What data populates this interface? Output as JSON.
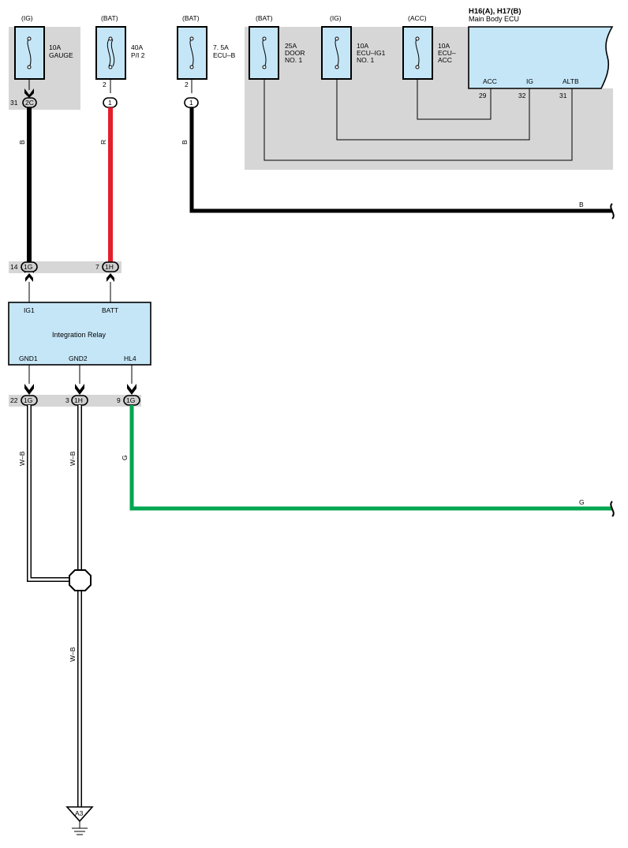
{
  "colors": {
    "panel_shade": "#d6d6d6",
    "component_fill": "#c5e6f7",
    "wire_black": "#000000",
    "wire_red": "#e41e2b",
    "wire_green": "#00a651",
    "wire_white_black": "#ffffff"
  },
  "fuses": [
    {
      "supply": "(IG)",
      "rating": "10A",
      "name": "GAUGE",
      "name2": "",
      "pin": ""
    },
    {
      "supply": "(BAT)",
      "rating": "40A",
      "name": "P/I 2",
      "name2": "",
      "pin": "2"
    },
    {
      "supply": "(BAT)",
      "rating": "7. 5A",
      "name": "ECU–B",
      "name2": "",
      "pin": "2"
    },
    {
      "supply": "(BAT)",
      "rating": "25A",
      "name": "DOOR",
      "name2": "NO. 1",
      "pin": ""
    },
    {
      "supply": "(IG)",
      "rating": "10A",
      "name": "ECU–IG1",
      "name2": "NO. 1",
      "pin": ""
    },
    {
      "supply": "(ACC)",
      "rating": "10A",
      "name": "ECU–",
      "name2": "ACC",
      "pin": ""
    }
  ],
  "ecu": {
    "title": "H16(A), H17(B)",
    "name": "Main Body ECU",
    "terminals": [
      {
        "label": "ACC",
        "pin": "29"
      },
      {
        "label": "IG",
        "pin": "32"
      },
      {
        "label": "ALTB",
        "pin": "31"
      }
    ]
  },
  "connectors_top": [
    {
      "pin": "31",
      "id": "2C"
    },
    {
      "pin": "",
      "id": "1"
    },
    {
      "pin": "",
      "id": "1"
    }
  ],
  "wires": {
    "gauge": "B",
    "pi2": "R",
    "ecub": "B",
    "ecub_out": "B",
    "hl4": "G",
    "hl4_out": "G",
    "gnd1": "W–B",
    "gnd2": "W–B",
    "ground_main": "W–B"
  },
  "connectors_mid": [
    {
      "pin": "14",
      "id": "1G"
    },
    {
      "pin": "7",
      "id": "1H"
    }
  ],
  "relay": {
    "name": "Integration Relay",
    "terminals_top": [
      "IG1",
      "BATT"
    ],
    "terminals_bottom": [
      "GND1",
      "GND2",
      "HL4"
    ]
  },
  "connectors_bottom": [
    {
      "pin": "22",
      "id": "1G"
    },
    {
      "pin": "3",
      "id": "1H"
    },
    {
      "pin": "9",
      "id": "1G"
    }
  ],
  "ground": {
    "id": "A3"
  }
}
